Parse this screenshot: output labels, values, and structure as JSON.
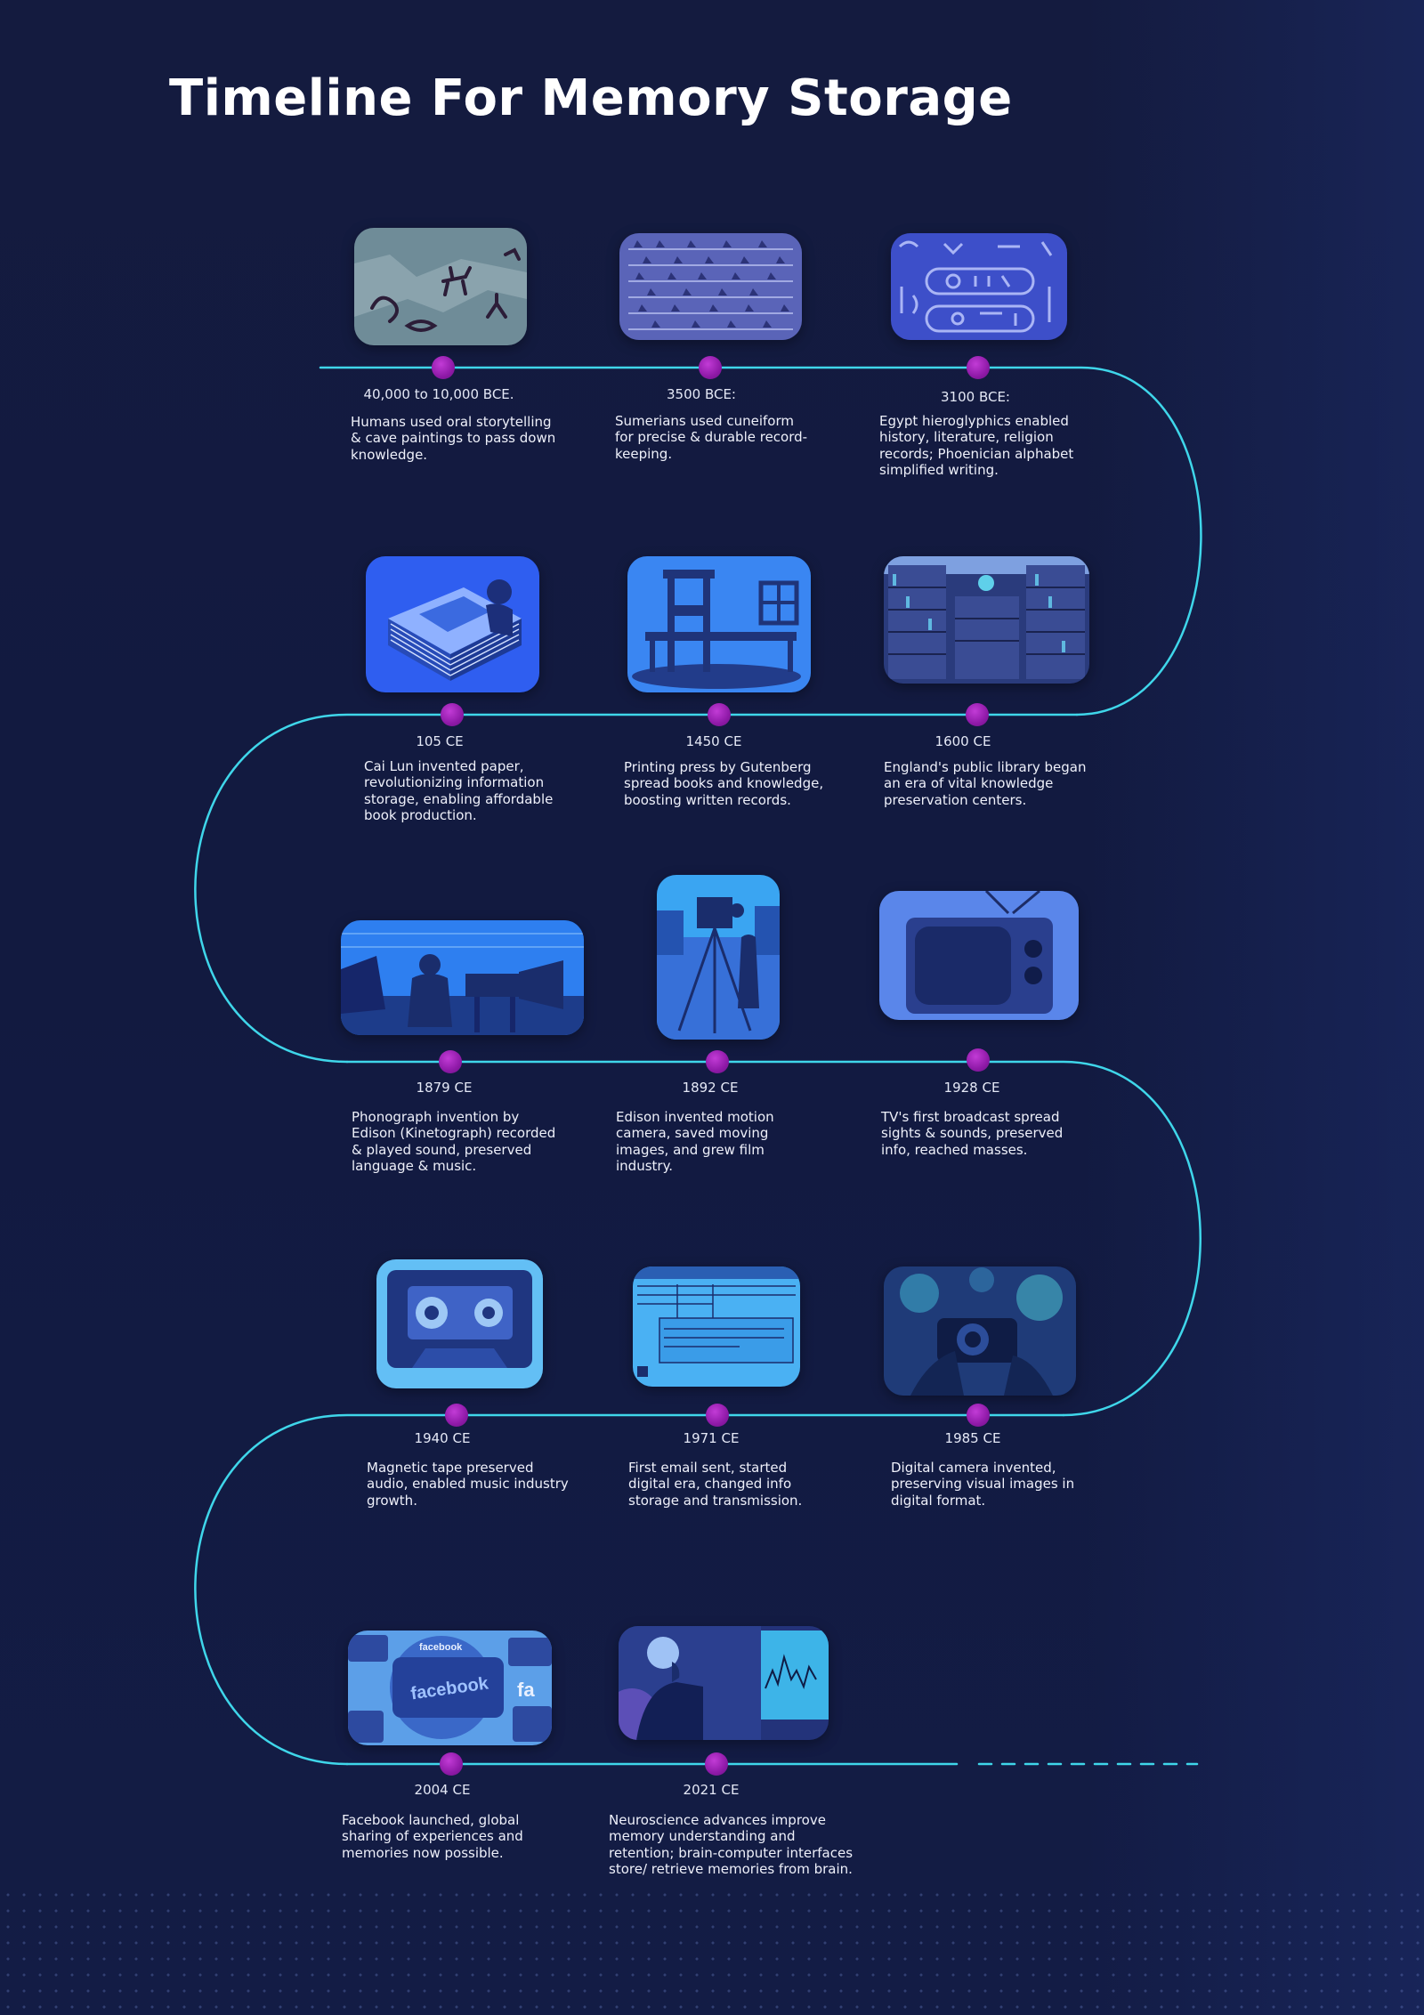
{
  "title": "Timeline For Memory Storage",
  "colors": {
    "background": "#141b3f",
    "track": "#3fd6ea",
    "node": "#9a1fb3",
    "text": "#eef0fa"
  },
  "events": [
    {
      "date": "40,000 to 10,000 BCE.",
      "description": "Humans used oral storytelling & cave paintings to pass down knowledge.",
      "image": "cave-painting-image"
    },
    {
      "date": "3500 BCE:",
      "description": "Sumerians used cuneiform for precise & durable record-keeping.",
      "image": "cuneiform-tablet-image"
    },
    {
      "date": "3100 BCE:",
      "description": "Egypt hieroglyphics enabled history, literature, religion records; Phoenician alphabet simplified writing.",
      "image": "hieroglyphics-image"
    },
    {
      "date": "105 CE",
      "description": "Cai Lun invented paper, revolutionizing information storage, enabling affordable book production.",
      "image": "paper-stack-image"
    },
    {
      "date": "1450 CE",
      "description": "Printing press by Gutenberg spread books and knowledge, boosting written records.",
      "image": "printing-press-image"
    },
    {
      "date": "1600 CE",
      "description": "England's public library began an era of vital knowledge preservation centers.",
      "image": "library-shelves-image"
    },
    {
      "date": "1879 CE",
      "description": "Phonograph invention by Edison (Kinetograph) recorded & played sound, preserved language & music.",
      "image": "phonograph-image"
    },
    {
      "date": "1892 CE",
      "description": "Edison invented motion camera, saved moving images, and grew film industry.",
      "image": "motion-camera-image"
    },
    {
      "date": "1928 CE",
      "description": "TV's first broadcast spread sights & sounds, preserved info, reached masses.",
      "image": "television-image"
    },
    {
      "date": "1940 CE",
      "description": "Magnetic tape preserved audio, enabled music industry growth.",
      "image": "cassette-tape-image"
    },
    {
      "date": "1971 CE",
      "description": "First email sent, started digital era, changed info storage and transmission.",
      "image": "email-screen-image"
    },
    {
      "date": "1985 CE",
      "description": "Digital camera invented, preserving visual images in digital format.",
      "image": "digital-camera-image"
    },
    {
      "date": "2004 CE",
      "description": "Facebook launched, global sharing of experiences and memories now possible.",
      "image": "facebook-image"
    },
    {
      "date": "2021 CE",
      "description": "Neuroscience advances improve memory understanding and retention; brain-computer interfaces store/ retrieve memories from brain.",
      "image": "brain-interface-image"
    }
  ],
  "thumb_texts": {
    "facebook_big": "facebook",
    "facebook_small": "facebook",
    "facebook_letters": "fa"
  }
}
